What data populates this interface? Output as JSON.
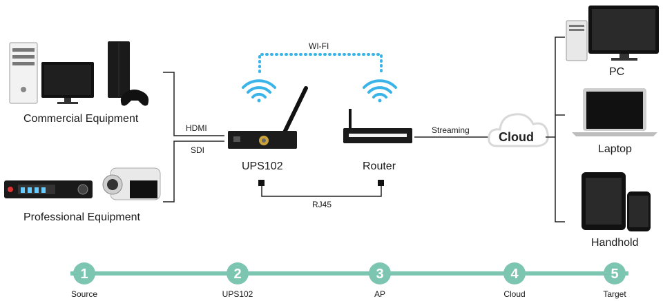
{
  "sources": {
    "commercial_label": "Commercial Equipment",
    "professional_label": "Professional Equipment"
  },
  "connections": {
    "hdmi": "HDMI",
    "sdi": "SDI",
    "wifi": "WI-FI",
    "rj45": "RJ45",
    "streaming": "Streaming"
  },
  "devices": {
    "encoder_label": "UPS102",
    "router_label": "Router",
    "cloud_label": "Cloud"
  },
  "targets": {
    "pc_label": "PC",
    "laptop_label": "Laptop",
    "handhold_label": "Handhold"
  },
  "steps": [
    {
      "number": "1",
      "label": "Source"
    },
    {
      "number": "2",
      "label": "UPS102"
    },
    {
      "number": "3",
      "label": "AP"
    },
    {
      "number": "4",
      "label": "Cloud"
    },
    {
      "number": "5",
      "label": "Target"
    }
  ],
  "colors": {
    "timeline": "#7cc5b0",
    "wifi_blue": "#3ab4e8",
    "device_dark": "#1c1c1c",
    "line": "#222222"
  }
}
